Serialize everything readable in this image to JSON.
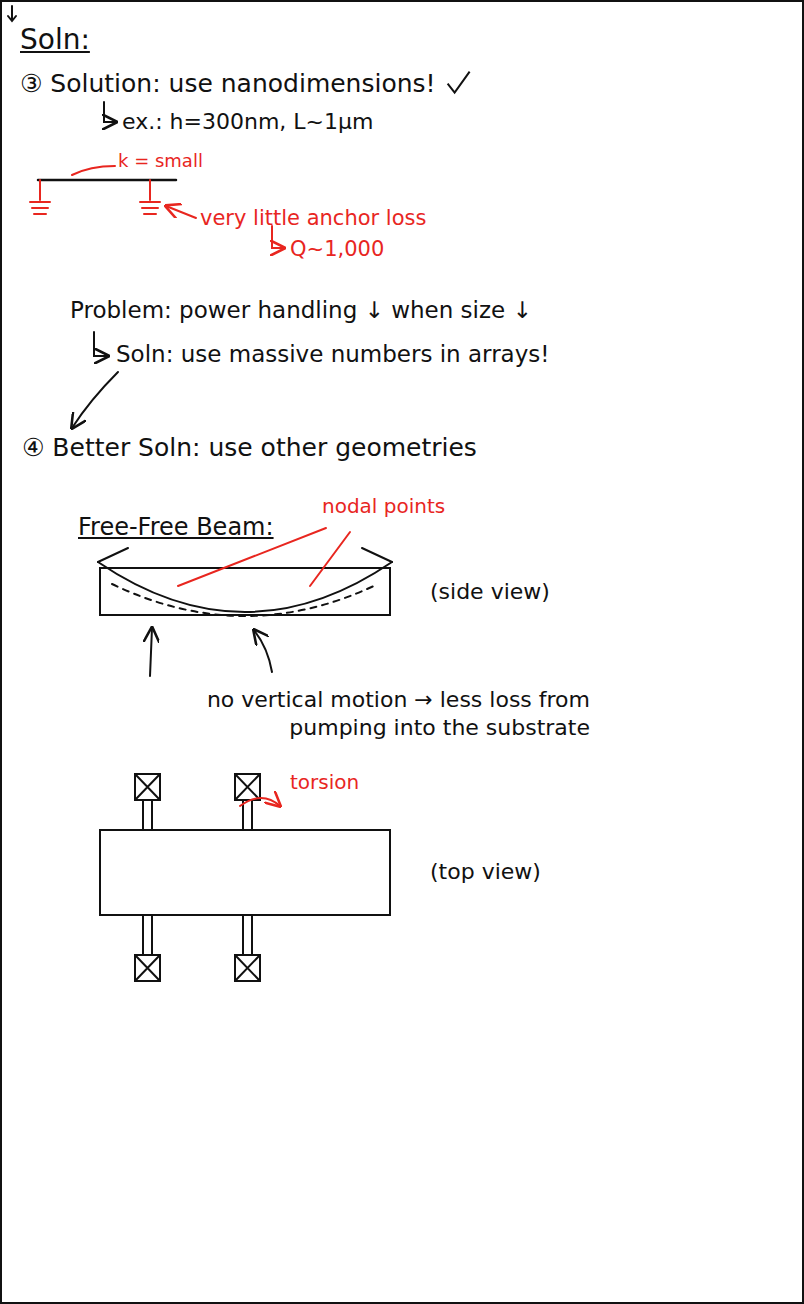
{
  "diagram": {
    "labels": [
      "Soln:",
      "③ Solution: use nanodimensions!",
      "ex.: h=300nm, L~1μm",
      "k = small",
      "very little anchor loss",
      "Q~1,000",
      "Problem: power handling ↓ when size ↓",
      "Soln: use massive numbers in arrays!",
      "④ Better Soln: use other geometries",
      "Free-Free Beam:",
      "nodal points",
      "(side view)",
      "no vertical motion → less loss from pumping into the substrate",
      "torsion",
      "(top view)"
    ]
  }
}
